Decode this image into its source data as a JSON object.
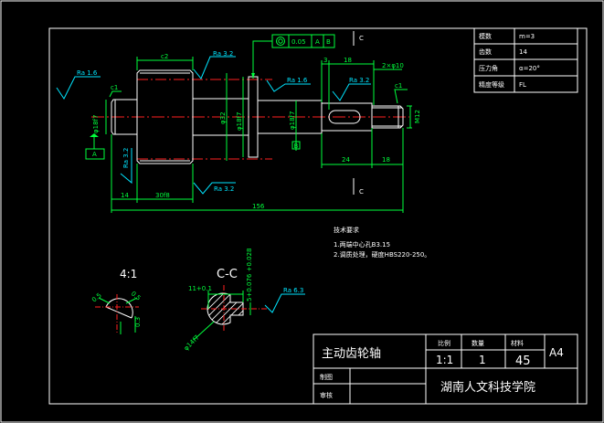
{
  "params_table": {
    "rows": [
      {
        "label": "模数",
        "value": "m=3"
      },
      {
        "label": "齿数",
        "value": "14"
      },
      {
        "label": "压力角",
        "value": "α=20°"
      },
      {
        "label": "精度等级",
        "value": "FL"
      }
    ]
  },
  "title_block": {
    "part_name": "主动齿轮轴",
    "scale_header": "比例",
    "qty_header": "数量",
    "material_header": "材料",
    "scale": "1:1",
    "qty": "1",
    "material": "45",
    "sheet": "A4",
    "drawn_label": "制图",
    "checked_label": "审核",
    "school": "湖南人文科技学院"
  },
  "tech_requirements": {
    "heading": "技术要求",
    "items": [
      "1.两端中心孔B3.15",
      "2.调质处理，硬度HBS220-250。"
    ]
  },
  "dimensions": {
    "c2": "c2",
    "c1_left": "c1",
    "c1_right": "c1",
    "len_14": "14",
    "len_30f8": "30f8",
    "len_156": "156",
    "len_3": "3",
    "len_18_top": "18",
    "len_24": "24",
    "len_18_bottom": "18",
    "dia_left": "φ18f7",
    "dia_mid": "φ32",
    "dia_18f7_mid": "φ18f7",
    "dia_18f7_right": "φ18f7",
    "m12": "M12",
    "chamfer_2x": "2×φ10",
    "tolerance_value": "0.05",
    "datum_a": "A",
    "datum_b": "B",
    "datum_a_mark": "A",
    "datum_b_mark": "B",
    "section_c_top": "C",
    "section_c_bottom": "C"
  },
  "roughness": {
    "r1": "Ra 1.6",
    "r2": "Ra 3.2",
    "r3": "Ra 1.6",
    "r4": "Ra 3.2",
    "r5": "Ra 3.2",
    "r6": "Ra 3.2",
    "r7": "Ra 6.3"
  },
  "detail_view": {
    "scale_label": "4:1",
    "dims": [
      "0.5",
      "0.5",
      "0.3"
    ]
  },
  "section_view": {
    "label": "C-C",
    "dim_top": "11+0.1",
    "dim_right": "5+0.076 +0.028",
    "dim_dia": "φ14f7"
  },
  "colors": {
    "background": "#000000",
    "frame": "#ffffff",
    "dimension": "#00ff3c",
    "centerline": "#ff2020",
    "roughness": "#00e5ff"
  }
}
